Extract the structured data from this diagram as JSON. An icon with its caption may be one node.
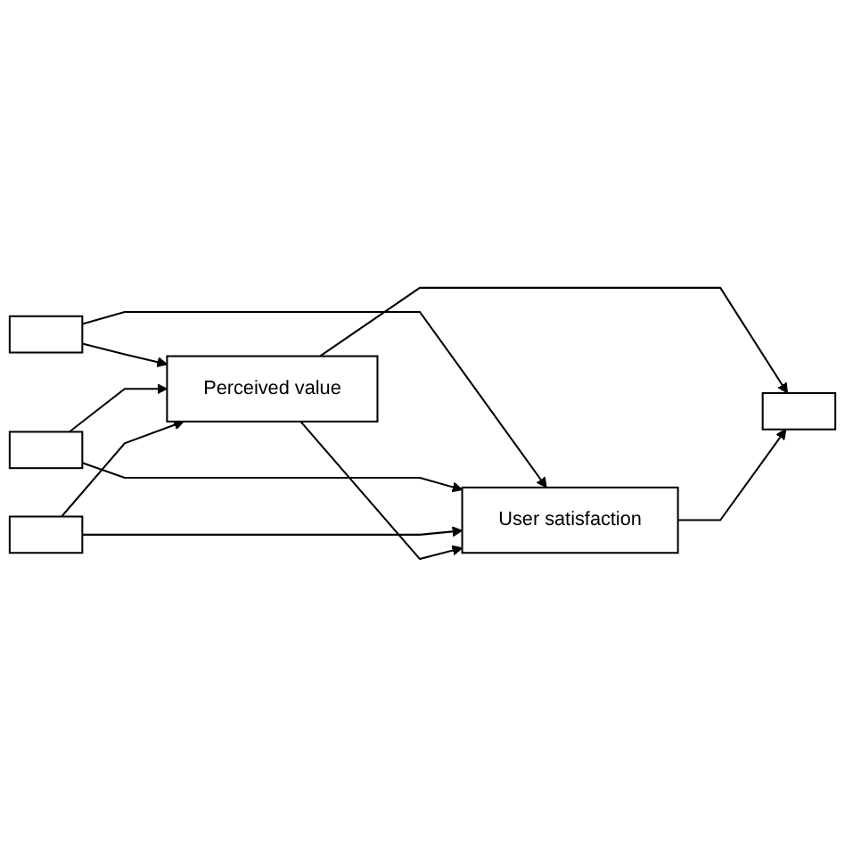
{
  "diagram": {
    "nodes": [
      {
        "text": [],
        "shape": "box"
      },
      {
        "text": [],
        "shape": "box"
      },
      {
        "text": [],
        "shape": "box"
      },
      {
        "text": [
          "Perceived value"
        ]
      },
      {
        "text": [
          "User satisfaction"
        ]
      },
      {
        "text": [],
        "shape": "box"
      }
    ],
    "edges": [
      {
        "from": 0,
        "to": 3,
        "arrow": "to"
      },
      {
        "from": 0,
        "to": 4,
        "arrow": "to"
      },
      {
        "from": 1,
        "to": 3,
        "arrow": "to"
      },
      {
        "from": 1,
        "to": 4,
        "arrow": "to"
      },
      {
        "from": 2,
        "to": 3,
        "arrow": "to"
      },
      {
        "from": 2,
        "to": 4,
        "arrow": "to"
      },
      {
        "from": 3,
        "to": 4,
        "arrow": "to"
      },
      {
        "from": 3,
        "to": 5,
        "arrow": "to"
      },
      {
        "from": 4,
        "to": 5,
        "arrow": "to"
      }
    ]
  }
}
